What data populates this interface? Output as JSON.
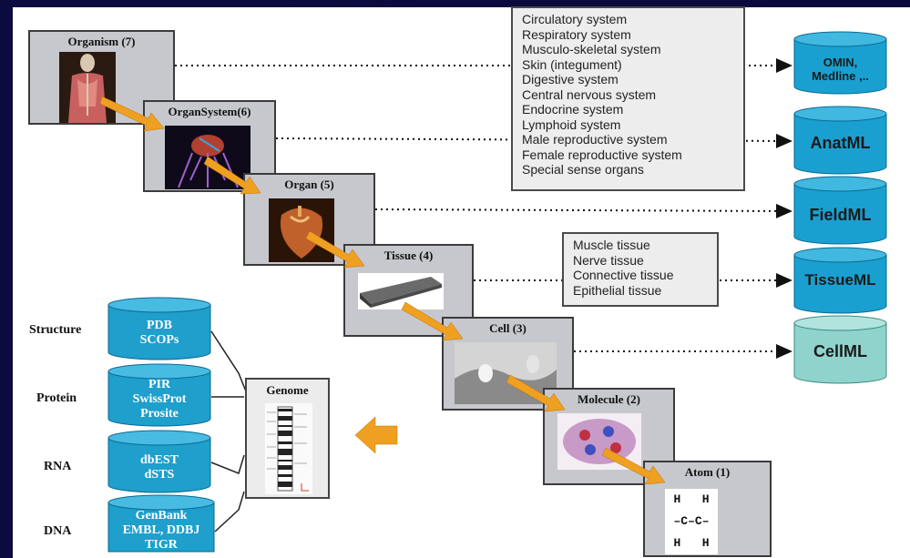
{
  "levels": [
    {
      "title": "Organism (7)"
    },
    {
      "title": "OrganSystem(6)"
    },
    {
      "title": "Organ (5)"
    },
    {
      "title": "Tissue (4)"
    },
    {
      "title": "Cell (3)"
    },
    {
      "title": "Molecule (2)"
    },
    {
      "title": "Atom (1)"
    }
  ],
  "organ_systems": [
    "Circulatory system",
    "Respiratory system",
    "Musculo-skeletal system",
    "Skin (integument)",
    "Digestive system",
    "Central nervous system",
    "Endocrine system",
    "Lymphoid system",
    "Male reproductive system",
    "Female reproductive system",
    "Special sense organs"
  ],
  "tissues": [
    "Muscle tissue",
    "Nerve tissue",
    "Connective tissue",
    "Epithelial tissue"
  ],
  "ml_databases": [
    {
      "line1": "OMIN,",
      "line2": "Medline ,.."
    },
    {
      "line1": "AnatML",
      "line2": ""
    },
    {
      "line1": "FieldML",
      "line2": ""
    },
    {
      "line1": "TissueML",
      "line2": ""
    },
    {
      "line1": "CellML",
      "line2": ""
    }
  ],
  "bio_rows": [
    {
      "label": "Structure",
      "lines": [
        "PDB",
        "SCOPs",
        ""
      ]
    },
    {
      "label": "Protein",
      "lines": [
        "PIR",
        "SwissProt",
        "Prosite"
      ]
    },
    {
      "label": "RNA",
      "lines": [
        "dbEST",
        "dSTS",
        ""
      ]
    },
    {
      "label": "DNA",
      "lines": [
        "GenBank",
        "EMBL, DDBJ",
        "TIGR"
      ]
    }
  ],
  "genome": {
    "title": "Genome"
  },
  "atom_formula": {
    "top": "H   H",
    "middle": "–C–C–",
    "bottom": "H   H"
  },
  "colors": {
    "arrow": "#f0a020",
    "level_bg": "#c7c8cd",
    "cyl_blue": "#1aa0d0",
    "cyl_teal": "#8fd3cc",
    "bio_cyl": "#1e9fcc",
    "background": "#0a0a3c"
  }
}
